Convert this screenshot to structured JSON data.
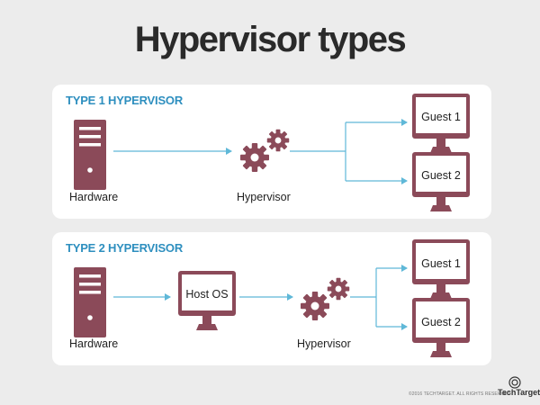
{
  "title": "Hypervisor types",
  "colors": {
    "accent": "#2e8fbf",
    "icon": "#8b4a59",
    "arrow": "#5fb8d8"
  },
  "icons": [
    "server-icon",
    "gear-icon",
    "monitor-icon"
  ],
  "type1": {
    "label": "TYPE 1 HYPERVISOR",
    "hardware": "Hardware",
    "hypervisor": "Hypervisor",
    "guest1": "Guest 1",
    "guest2": "Guest 2"
  },
  "type2": {
    "label": "TYPE 2 HYPERVISOR",
    "hardware": "Hardware",
    "host_os": "Host OS",
    "hypervisor": "Hypervisor",
    "guest1": "Guest 1",
    "guest2": "Guest 2"
  },
  "footer": {
    "copyright": "©2016 TECHTARGET. ALL RIGHTS RESERVED",
    "brand": "TechTarget"
  }
}
